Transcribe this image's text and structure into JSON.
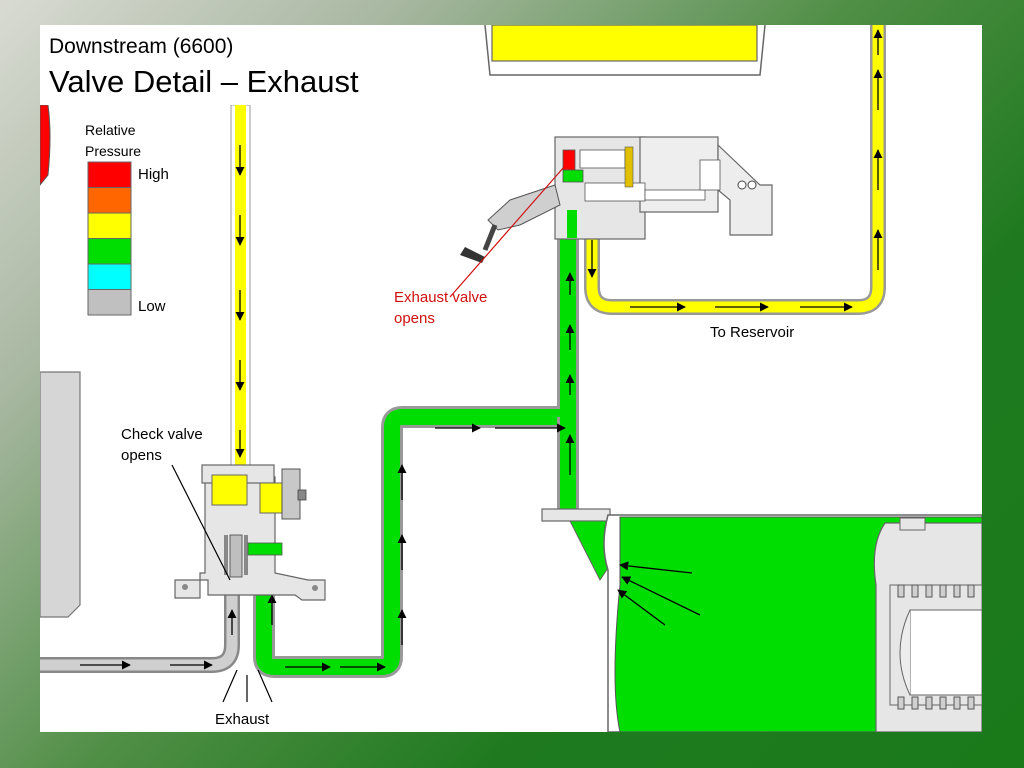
{
  "header": {
    "subtitle": "Downstream (6600)",
    "title": "Valve Detail – Exhaust"
  },
  "legend": {
    "title_line1": "Relative",
    "title_line2": "Pressure",
    "high_label": "High",
    "low_label": "Low",
    "colors": [
      "#ff0000",
      "#ff6600",
      "#ffff00",
      "#00dd00",
      "#00ffff",
      "#c0c0c0"
    ]
  },
  "labels": {
    "exhaust_valve_line1": "Exhaust valve",
    "exhaust_valve_line2": "opens",
    "to_reservoir": "To Reservoir",
    "check_valve_line1": "Check valve",
    "check_valve_line2": "opens",
    "exhaust": "Exhaust"
  },
  "colors": {
    "high_pressure": "#ff0000",
    "supply_yellow": "#ffff00",
    "delivery_green": "#00dd00",
    "exhaust_gray": "#c8c8c8",
    "frame_green": "#1a7a1a"
  }
}
